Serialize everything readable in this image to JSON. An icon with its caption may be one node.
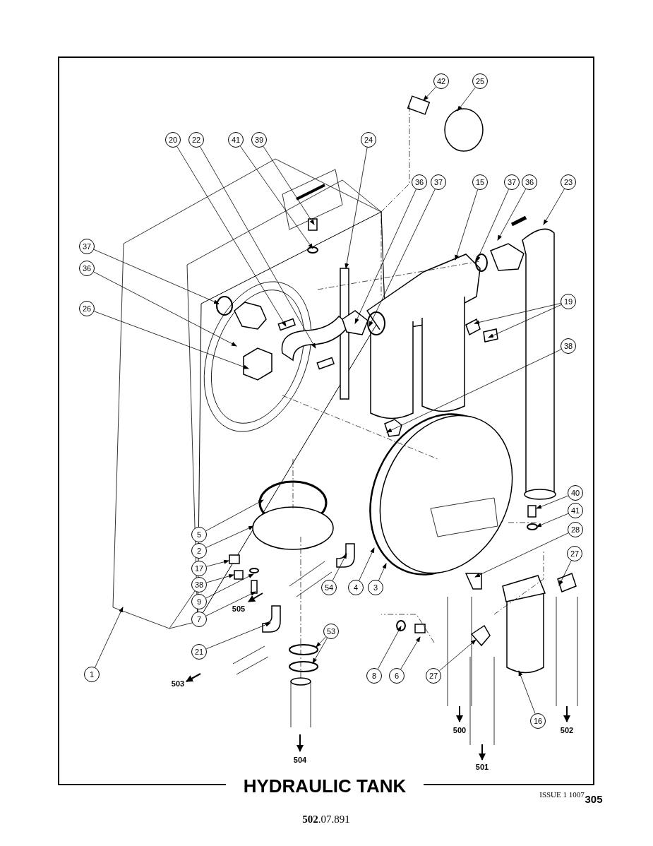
{
  "diagram": {
    "title": "HYDRAULIC TANK",
    "nodes": [
      {
        "text": [
          "42"
        ]
      },
      {
        "text": [
          "25"
        ]
      },
      {
        "text": [
          "20"
        ]
      },
      {
        "text": [
          "22"
        ]
      },
      {
        "text": [
          "41"
        ]
      },
      {
        "text": [
          "39"
        ]
      },
      {
        "text": [
          "24"
        ]
      },
      {
        "text": [
          "36"
        ]
      },
      {
        "text": [
          "37"
        ]
      },
      {
        "text": [
          "15"
        ]
      },
      {
        "text": [
          "37"
        ]
      },
      {
        "text": [
          "36"
        ]
      },
      {
        "text": [
          "23"
        ]
      },
      {
        "text": [
          "37"
        ]
      },
      {
        "text": [
          "36"
        ]
      },
      {
        "text": [
          "26"
        ]
      },
      {
        "text": [
          "19"
        ]
      },
      {
        "text": [
          "38"
        ]
      },
      {
        "text": [
          "40"
        ]
      },
      {
        "text": [
          "41"
        ]
      },
      {
        "text": [
          "28"
        ]
      },
      {
        "text": [
          "5"
        ]
      },
      {
        "text": [
          "2"
        ]
      },
      {
        "text": [
          "17"
        ]
      },
      {
        "text": [
          "27"
        ]
      },
      {
        "text": [
          "38"
        ]
      },
      {
        "text": [
          "9"
        ]
      },
      {
        "text": [
          "54"
        ]
      },
      {
        "text": [
          "4"
        ]
      },
      {
        "text": [
          "3"
        ]
      },
      {
        "text": [
          "7"
        ]
      },
      {
        "text": [
          "21"
        ]
      },
      {
        "text": [
          "53"
        ]
      },
      {
        "text": [
          "1"
        ]
      },
      {
        "text": [
          "8"
        ]
      },
      {
        "text": [
          "6"
        ]
      },
      {
        "text": [
          "27"
        ]
      },
      {
        "text": [
          "16"
        ]
      }
    ],
    "edges": [
      {
        "from": 0,
        "to": null,
        "arrow": "to"
      },
      {
        "from": 1,
        "to": null,
        "arrow": "to"
      },
      {
        "from": 2,
        "to": null,
        "arrow": "to"
      },
      {
        "from": 3,
        "to": null,
        "arrow": "to"
      },
      {
        "from": 4,
        "to": null,
        "arrow": "to"
      },
      {
        "from": 5,
        "to": null,
        "arrow": "to"
      },
      {
        "from": 6,
        "to": null,
        "arrow": "to"
      },
      {
        "from": 7,
        "to": null,
        "arrow": "to"
      },
      {
        "from": 8,
        "to": null,
        "arrow": "to"
      },
      {
        "from": 9,
        "to": null,
        "arrow": "to"
      },
      {
        "from": 10,
        "to": null,
        "arrow": "to"
      },
      {
        "from": 11,
        "to": null,
        "arrow": "to"
      },
      {
        "from": 12,
        "to": null,
        "arrow": "to"
      },
      {
        "from": 13,
        "to": null,
        "arrow": "to"
      },
      {
        "from": 14,
        "to": null,
        "arrow": "to"
      },
      {
        "from": 15,
        "to": null,
        "arrow": "to"
      },
      {
        "from": 16,
        "to": null,
        "arrow": "to"
      },
      {
        "from": 16,
        "to": null,
        "arrow": "to"
      },
      {
        "from": 17,
        "to": null,
        "arrow": "to"
      },
      {
        "from": 18,
        "to": null,
        "arrow": "to"
      },
      {
        "from": 19,
        "to": null,
        "arrow": "to"
      },
      {
        "from": 20,
        "to": null,
        "arrow": "to"
      },
      {
        "from": 21,
        "to": null,
        "arrow": "to"
      },
      {
        "from": 22,
        "to": null,
        "arrow": "to"
      },
      {
        "from": 23,
        "to": null,
        "arrow": "to"
      },
      {
        "from": 24,
        "to": null,
        "arrow": "to"
      },
      {
        "from": 25,
        "to": null,
        "arrow": "to"
      },
      {
        "from": 26,
        "to": null,
        "arrow": "to"
      },
      {
        "from": 27,
        "to": null,
        "arrow": "to"
      },
      {
        "from": 28,
        "to": null,
        "arrow": "to"
      },
      {
        "from": 29,
        "to": null,
        "arrow": "to"
      },
      {
        "from": 30,
        "to": null,
        "arrow": "to"
      },
      {
        "from": 31,
        "to": null,
        "arrow": "to"
      },
      {
        "from": 32,
        "to": null,
        "arrow": "to"
      },
      {
        "from": 32,
        "to": null,
        "arrow": "to"
      },
      {
        "from": 33,
        "to": null,
        "arrow": "to"
      },
      {
        "from": 34,
        "to": null,
        "arrow": "to"
      },
      {
        "from": 35,
        "to": null,
        "arrow": "to"
      },
      {
        "from": 36,
        "to": null,
        "arrow": "to"
      },
      {
        "from": 37,
        "to": null,
        "arrow": "to"
      }
    ],
    "labels": [
      "505",
      "503",
      "504",
      "500",
      "501",
      "502",
      "ISSUE 1 1007",
      "305",
      "**502**.07.891"
    ]
  }
}
